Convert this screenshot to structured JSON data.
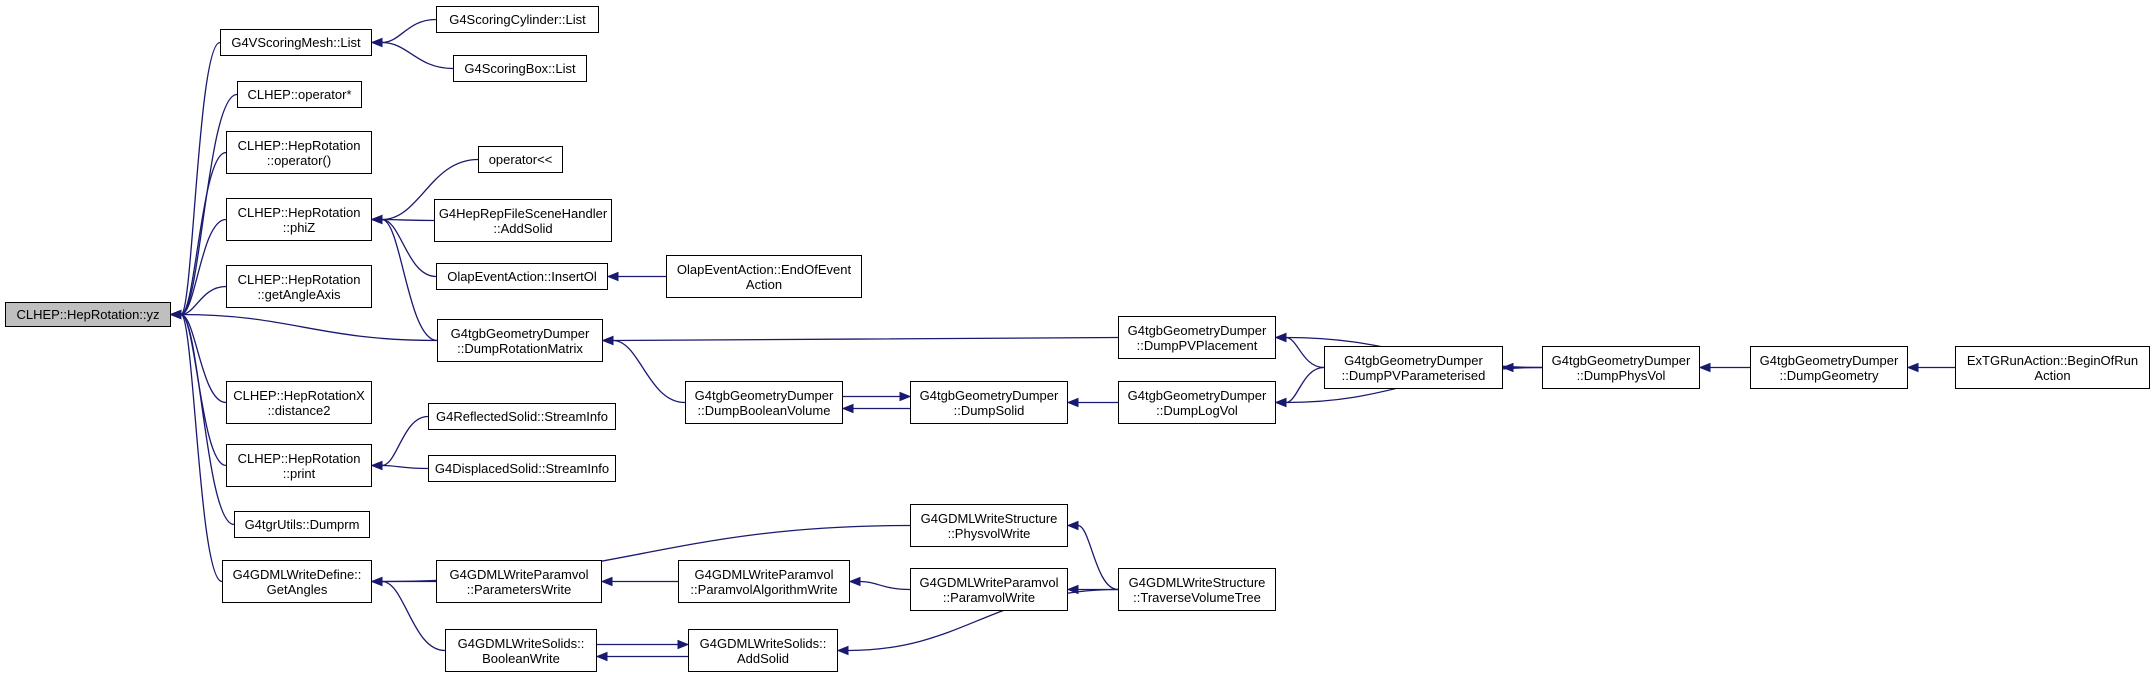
{
  "root": "n_yz",
  "nodes": [
    {
      "id": "n_yz",
      "lines": [
        "CLHEP::HepRotation::yz"
      ],
      "root": true
    },
    {
      "id": "n_vsm",
      "lines": [
        "G4VScoringMesh::List"
      ]
    },
    {
      "id": "n_scyl",
      "lines": [
        "G4ScoringCylinder::List"
      ]
    },
    {
      "id": "n_sbox",
      "lines": [
        "G4ScoringBox::List"
      ]
    },
    {
      "id": "n_opstar",
      "lines": [
        "CLHEP::operator*"
      ]
    },
    {
      "id": "n_opcall",
      "lines": [
        "CLHEP::HepRotation",
        "::operator()"
      ]
    },
    {
      "id": "n_phiz",
      "lines": [
        "CLHEP::HepRotation",
        "::phiZ"
      ]
    },
    {
      "id": "n_oplt",
      "lines": [
        "operator<<"
      ]
    },
    {
      "id": "n_hrep",
      "lines": [
        "G4HepRepFileSceneHandler",
        "::AddSolid"
      ]
    },
    {
      "id": "n_olins",
      "lines": [
        "OlapEventAction::InsertOl"
      ]
    },
    {
      "id": "n_oleoe",
      "lines": [
        "OlapEventAction::EndOfEvent",
        "Action"
      ]
    },
    {
      "id": "n_angax",
      "lines": [
        "CLHEP::HepRotation",
        "::getAngleAxis"
      ]
    },
    {
      "id": "n_drm",
      "lines": [
        "G4tgbGeometryDumper",
        "::DumpRotationMatrix"
      ]
    },
    {
      "id": "n_dpvp",
      "lines": [
        "G4tgbGeometryDumper",
        "::DumpPVPlacement"
      ]
    },
    {
      "id": "n_dpvpar",
      "lines": [
        "G4tgbGeometryDumper",
        "::DumpPVParameterised"
      ]
    },
    {
      "id": "n_dpv",
      "lines": [
        "G4tgbGeometryDumper",
        "::DumpPhysVol"
      ]
    },
    {
      "id": "n_dgeo",
      "lines": [
        "G4tgbGeometryDumper",
        "::DumpGeometry"
      ]
    },
    {
      "id": "n_exrun",
      "lines": [
        "ExTGRunAction::BeginOfRun",
        "Action"
      ]
    },
    {
      "id": "n_dbool",
      "lines": [
        "G4tgbGeometryDumper",
        "::DumpBooleanVolume"
      ]
    },
    {
      "id": "n_dsol",
      "lines": [
        "G4tgbGeometryDumper",
        "::DumpSolid"
      ]
    },
    {
      "id": "n_dlog",
      "lines": [
        "G4tgbGeometryDumper",
        "::DumpLogVol"
      ]
    },
    {
      "id": "n_rotx",
      "lines": [
        "CLHEP::HepRotationX",
        "::distance2"
      ]
    },
    {
      "id": "n_print",
      "lines": [
        "CLHEP::HepRotation",
        "::print"
      ]
    },
    {
      "id": "n_refl",
      "lines": [
        "G4ReflectedSolid::StreamInfo"
      ]
    },
    {
      "id": "n_disp",
      "lines": [
        "G4DisplacedSolid::StreamInfo"
      ]
    },
    {
      "id": "n_tgr",
      "lines": [
        "G4tgrUtils::Dumprm"
      ]
    },
    {
      "id": "n_gdang",
      "lines": [
        "G4GDMLWriteDefine::",
        "GetAngles"
      ]
    },
    {
      "id": "n_gdpvw",
      "lines": [
        "G4GDMLWriteStructure",
        "::PhysvolWrite"
      ]
    },
    {
      "id": "n_gdparw",
      "lines": [
        "G4GDMLWriteParamvol",
        "::ParametersWrite"
      ]
    },
    {
      "id": "n_gdalg",
      "lines": [
        "G4GDMLWriteParamvol",
        "::ParamvolAlgorithmWrite"
      ]
    },
    {
      "id": "n_gdpw",
      "lines": [
        "G4GDMLWriteParamvol",
        "::ParamvolWrite"
      ]
    },
    {
      "id": "n_gdtvt",
      "lines": [
        "G4GDMLWriteStructure",
        "::TraverseVolumeTree"
      ]
    },
    {
      "id": "n_gdbool",
      "lines": [
        "G4GDMLWriteSolids::",
        "BooleanWrite"
      ]
    },
    {
      "id": "n_gdadd",
      "lines": [
        "G4GDMLWriteSolids::",
        "AddSolid"
      ]
    }
  ],
  "edges": [
    [
      "n_vsm",
      "n_yz"
    ],
    [
      "n_opstar",
      "n_yz"
    ],
    [
      "n_opcall",
      "n_yz"
    ],
    [
      "n_phiz",
      "n_yz"
    ],
    [
      "n_angax",
      "n_yz"
    ],
    [
      "n_drm",
      "n_yz"
    ],
    [
      "n_rotx",
      "n_yz"
    ],
    [
      "n_print",
      "n_yz"
    ],
    [
      "n_tgr",
      "n_yz"
    ],
    [
      "n_gdang",
      "n_yz"
    ],
    [
      "n_scyl",
      "n_vsm"
    ],
    [
      "n_sbox",
      "n_vsm"
    ],
    [
      "n_oplt",
      "n_phiz"
    ],
    [
      "n_hrep",
      "n_phiz"
    ],
    [
      "n_olins",
      "n_phiz"
    ],
    [
      "n_drm",
      "n_phiz"
    ],
    [
      "n_oleoe",
      "n_olins"
    ],
    [
      "n_dpvp",
      "n_drm"
    ],
    [
      "n_dbool",
      "n_drm"
    ],
    [
      "n_dpv",
      "n_dpvp"
    ],
    [
      "n_dpvpar",
      "n_dpvp"
    ],
    [
      "n_dpv",
      "n_dpvpar"
    ],
    [
      "n_dgeo",
      "n_dpv"
    ],
    [
      "n_exrun",
      "n_dgeo"
    ],
    [
      "n_dsol",
      "n_dbool"
    ],
    [
      "n_dbool",
      "n_dsol"
    ],
    [
      "n_dlog",
      "n_dsol"
    ],
    [
      "n_dpv",
      "n_dlog"
    ],
    [
      "n_dpvpar",
      "n_dlog"
    ],
    [
      "n_refl",
      "n_print"
    ],
    [
      "n_disp",
      "n_print"
    ],
    [
      "n_gdpvw",
      "n_gdang"
    ],
    [
      "n_gdparw",
      "n_gdang"
    ],
    [
      "n_gdbool",
      "n_gdang"
    ],
    [
      "n_gdtvt",
      "n_gdpvw"
    ],
    [
      "n_gdalg",
      "n_gdparw"
    ],
    [
      "n_gdpw",
      "n_gdalg"
    ],
    [
      "n_gdtvt",
      "n_gdpw"
    ],
    [
      "n_gdadd",
      "n_gdbool"
    ],
    [
      "n_gdbool",
      "n_gdadd"
    ],
    [
      "n_gdtvt",
      "n_gdadd"
    ]
  ],
  "colors": {
    "edge": "#191970",
    "node_border": "#000000",
    "root_fill": "#bfbfbf",
    "node_fill": "#ffffff"
  }
}
